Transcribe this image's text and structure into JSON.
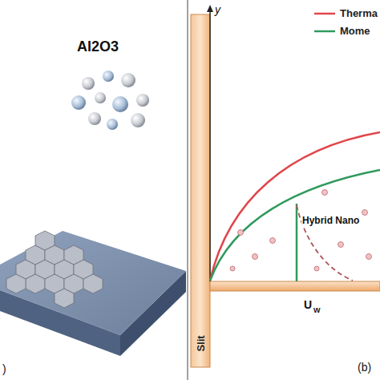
{
  "diagram": {
    "nodes": [
      {
        "text": [
          "Slit"
        ]
      }
    ],
    "labels": [
      "Al2O3",
      "y",
      "Hybrid Nano",
      "U",
      "W",
      "(b)",
      ")"
    ],
    "legend": [
      {
        "text": "Therma"
      },
      {
        "text": "Mome"
      }
    ]
  }
}
